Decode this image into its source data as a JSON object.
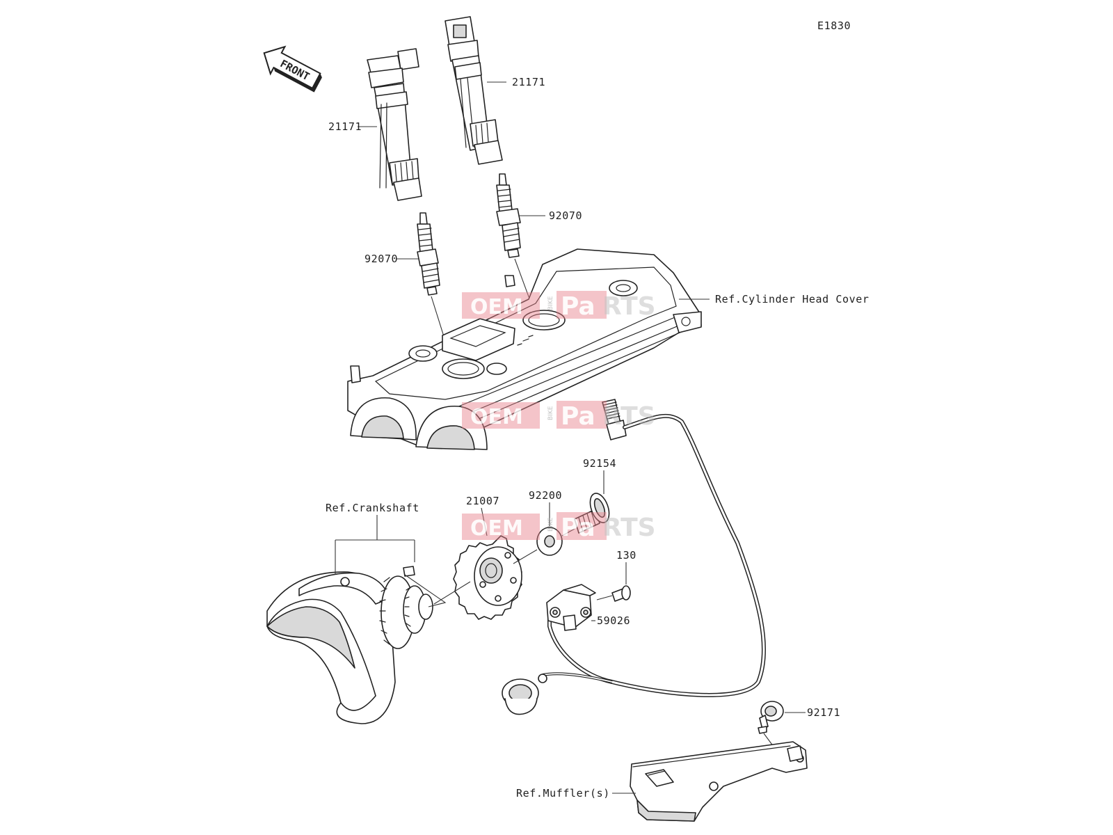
{
  "diagram_code": "E1830",
  "front_arrow_text": "FRONT",
  "callouts": {
    "coil_left": "21171",
    "coil_right": "21171",
    "plug_left": "92070",
    "plug_right": "92070",
    "cylinder_head_cover": "Ref.Cylinder Head Cover",
    "bolt_top": "92154",
    "washer": "92200",
    "rotor": "21007",
    "crankshaft": "Ref.Crankshaft",
    "bolt_small": "130",
    "sensor": "59026",
    "clamp": "92171",
    "muffler": "Ref.Muffler(s)"
  },
  "watermark": {
    "part1": "OEM",
    "part2": "BIKE",
    "part3": "Pa",
    "part4": "RTS"
  }
}
